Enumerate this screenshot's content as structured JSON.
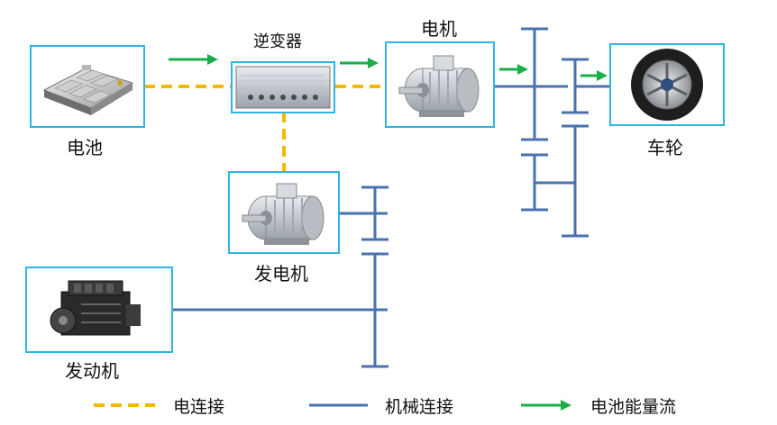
{
  "components": {
    "battery": "电池",
    "inverter": "逆变器",
    "motor": "电机",
    "wheel": "车轮",
    "generator": "发电机",
    "engine": "发动机"
  },
  "legend": {
    "electric": "电连接",
    "mechanical": "机械连接",
    "battery_flow": "电池能量流"
  },
  "colors": {
    "electric": "#f5b800",
    "mechanical": "#4a72b0",
    "battery_flow": "#1aae4a",
    "box_border": "#2eb5e6"
  }
}
